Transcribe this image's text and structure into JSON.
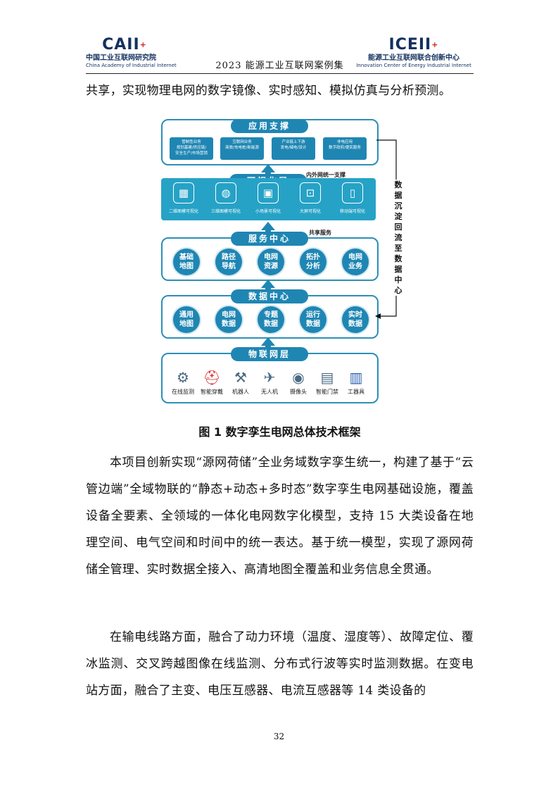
{
  "header": {
    "left_brand": "CAII",
    "left_org_cn": "中国工业互联网研究院",
    "left_org_en": "China Academy of Industrial Internet",
    "center_title": "2023 能源工业互联网案例集",
    "right_brand": "ICEII",
    "right_org_cn": "能源工业互联网联合创新中心",
    "right_org_en": "Innovation Center of Energy Industrial Internet"
  },
  "body": {
    "para_top": "共享，实现物理电网的数字镜像、实时感知、模拟仿真与分析预测。",
    "figure_caption": "图 1  数字孪生电网总体技术框架",
    "para_1": "本项目创新实现“源网荷储”全业务域数字孪生统一，构建了基于“云管边端”全域物联的“静态+动态+多时态”数字孪生电网基础设施，覆盖设备全要素、全领域的一体化电网数字化模型，支持 15 大类设备在地理空间、电气空间和时间中的统一表达。基于统一模型，实现了源网荷储全管理、实时数据全接入、高清地图全覆盖和业务信息全贯通。",
    "para_2": "在输电线路方面，融合了动力环境（温度、湿度等）、故障定位、覆冰监测、交叉跨越图像在线监测、分布式行波等实时监测数据。在变电站方面，融合了主变、电压互感器、电流互感器等 14 类设备的"
  },
  "diagram": {
    "app_layer": {
      "title": "应用支撑",
      "boxes": [
        {
          "line1": "管制性业务",
          "line2": "规划基建/供应链/",
          "line3": "安全生产/市场营销"
        },
        {
          "line1": "互联网业务",
          "line2": "商旅/充电桩/新能源",
          "line3": ""
        },
        {
          "line1": "产业链上下游",
          "line2": "发电/储电/设计",
          "line3": ""
        },
        {
          "line1": "非电应用",
          "line2": "数字政府/便民服务",
          "line3": ""
        }
      ]
    },
    "vis_layer": {
      "title": "可视化层",
      "note": "内外网统一支撑",
      "items": [
        {
          "icon": "chart-icon",
          "glyph": "▦",
          "label": "二维图模可视化"
        },
        {
          "icon": "globe-icon",
          "glyph": "◍",
          "label": "三维图模可视化"
        },
        {
          "icon": "scene-icon",
          "glyph": "▣",
          "label": "小场景可视化"
        },
        {
          "icon": "bigscreen-icon",
          "glyph": "⊡",
          "label": "大屏可视化"
        },
        {
          "icon": "mobile-icon",
          "glyph": "▯",
          "label": "移动端可视化"
        }
      ]
    },
    "service_layer": {
      "title": "服务中心",
      "note": "共享服务",
      "items": [
        {
          "l1": "基础",
          "l2": "地图"
        },
        {
          "l1": "路径",
          "l2": "导航"
        },
        {
          "l1": "电网",
          "l2": "资源"
        },
        {
          "l1": "拓扑",
          "l2": "分析"
        },
        {
          "l1": "电网",
          "l2": "业务"
        }
      ]
    },
    "data_layer": {
      "title": "数据中心",
      "items": [
        {
          "l1": "通用",
          "l2": "地图"
        },
        {
          "l1": "电网",
          "l2": "数据"
        },
        {
          "l1": "专题",
          "l2": "数据"
        },
        {
          "l1": "运行",
          "l2": "数据"
        },
        {
          "l1": "实时",
          "l2": "数据"
        }
      ]
    },
    "iot_layer": {
      "title": "物联网层",
      "items": [
        {
          "icon": "monitor-device-icon",
          "glyph": "⚙",
          "label": "在线监测"
        },
        {
          "icon": "helmet-icon",
          "glyph": "⛑",
          "label": "智能穿戴"
        },
        {
          "icon": "robot-icon",
          "glyph": "⚒",
          "label": "机器人"
        },
        {
          "icon": "drone-icon",
          "glyph": "✈",
          "label": "无人机"
        },
        {
          "icon": "camera-icon",
          "glyph": "◉",
          "label": "摄像头"
        },
        {
          "icon": "door-lock-icon",
          "glyph": "▤",
          "label": "智能门禁"
        },
        {
          "icon": "toolbox-icon",
          "glyph": "▥",
          "label": "工器具"
        }
      ]
    },
    "side_label": "数据沉淀回流至数据中心"
  },
  "footer": {
    "page_number": "32"
  },
  "colors": {
    "primary_blue": "#1f86b3",
    "navy": "#14315f"
  }
}
